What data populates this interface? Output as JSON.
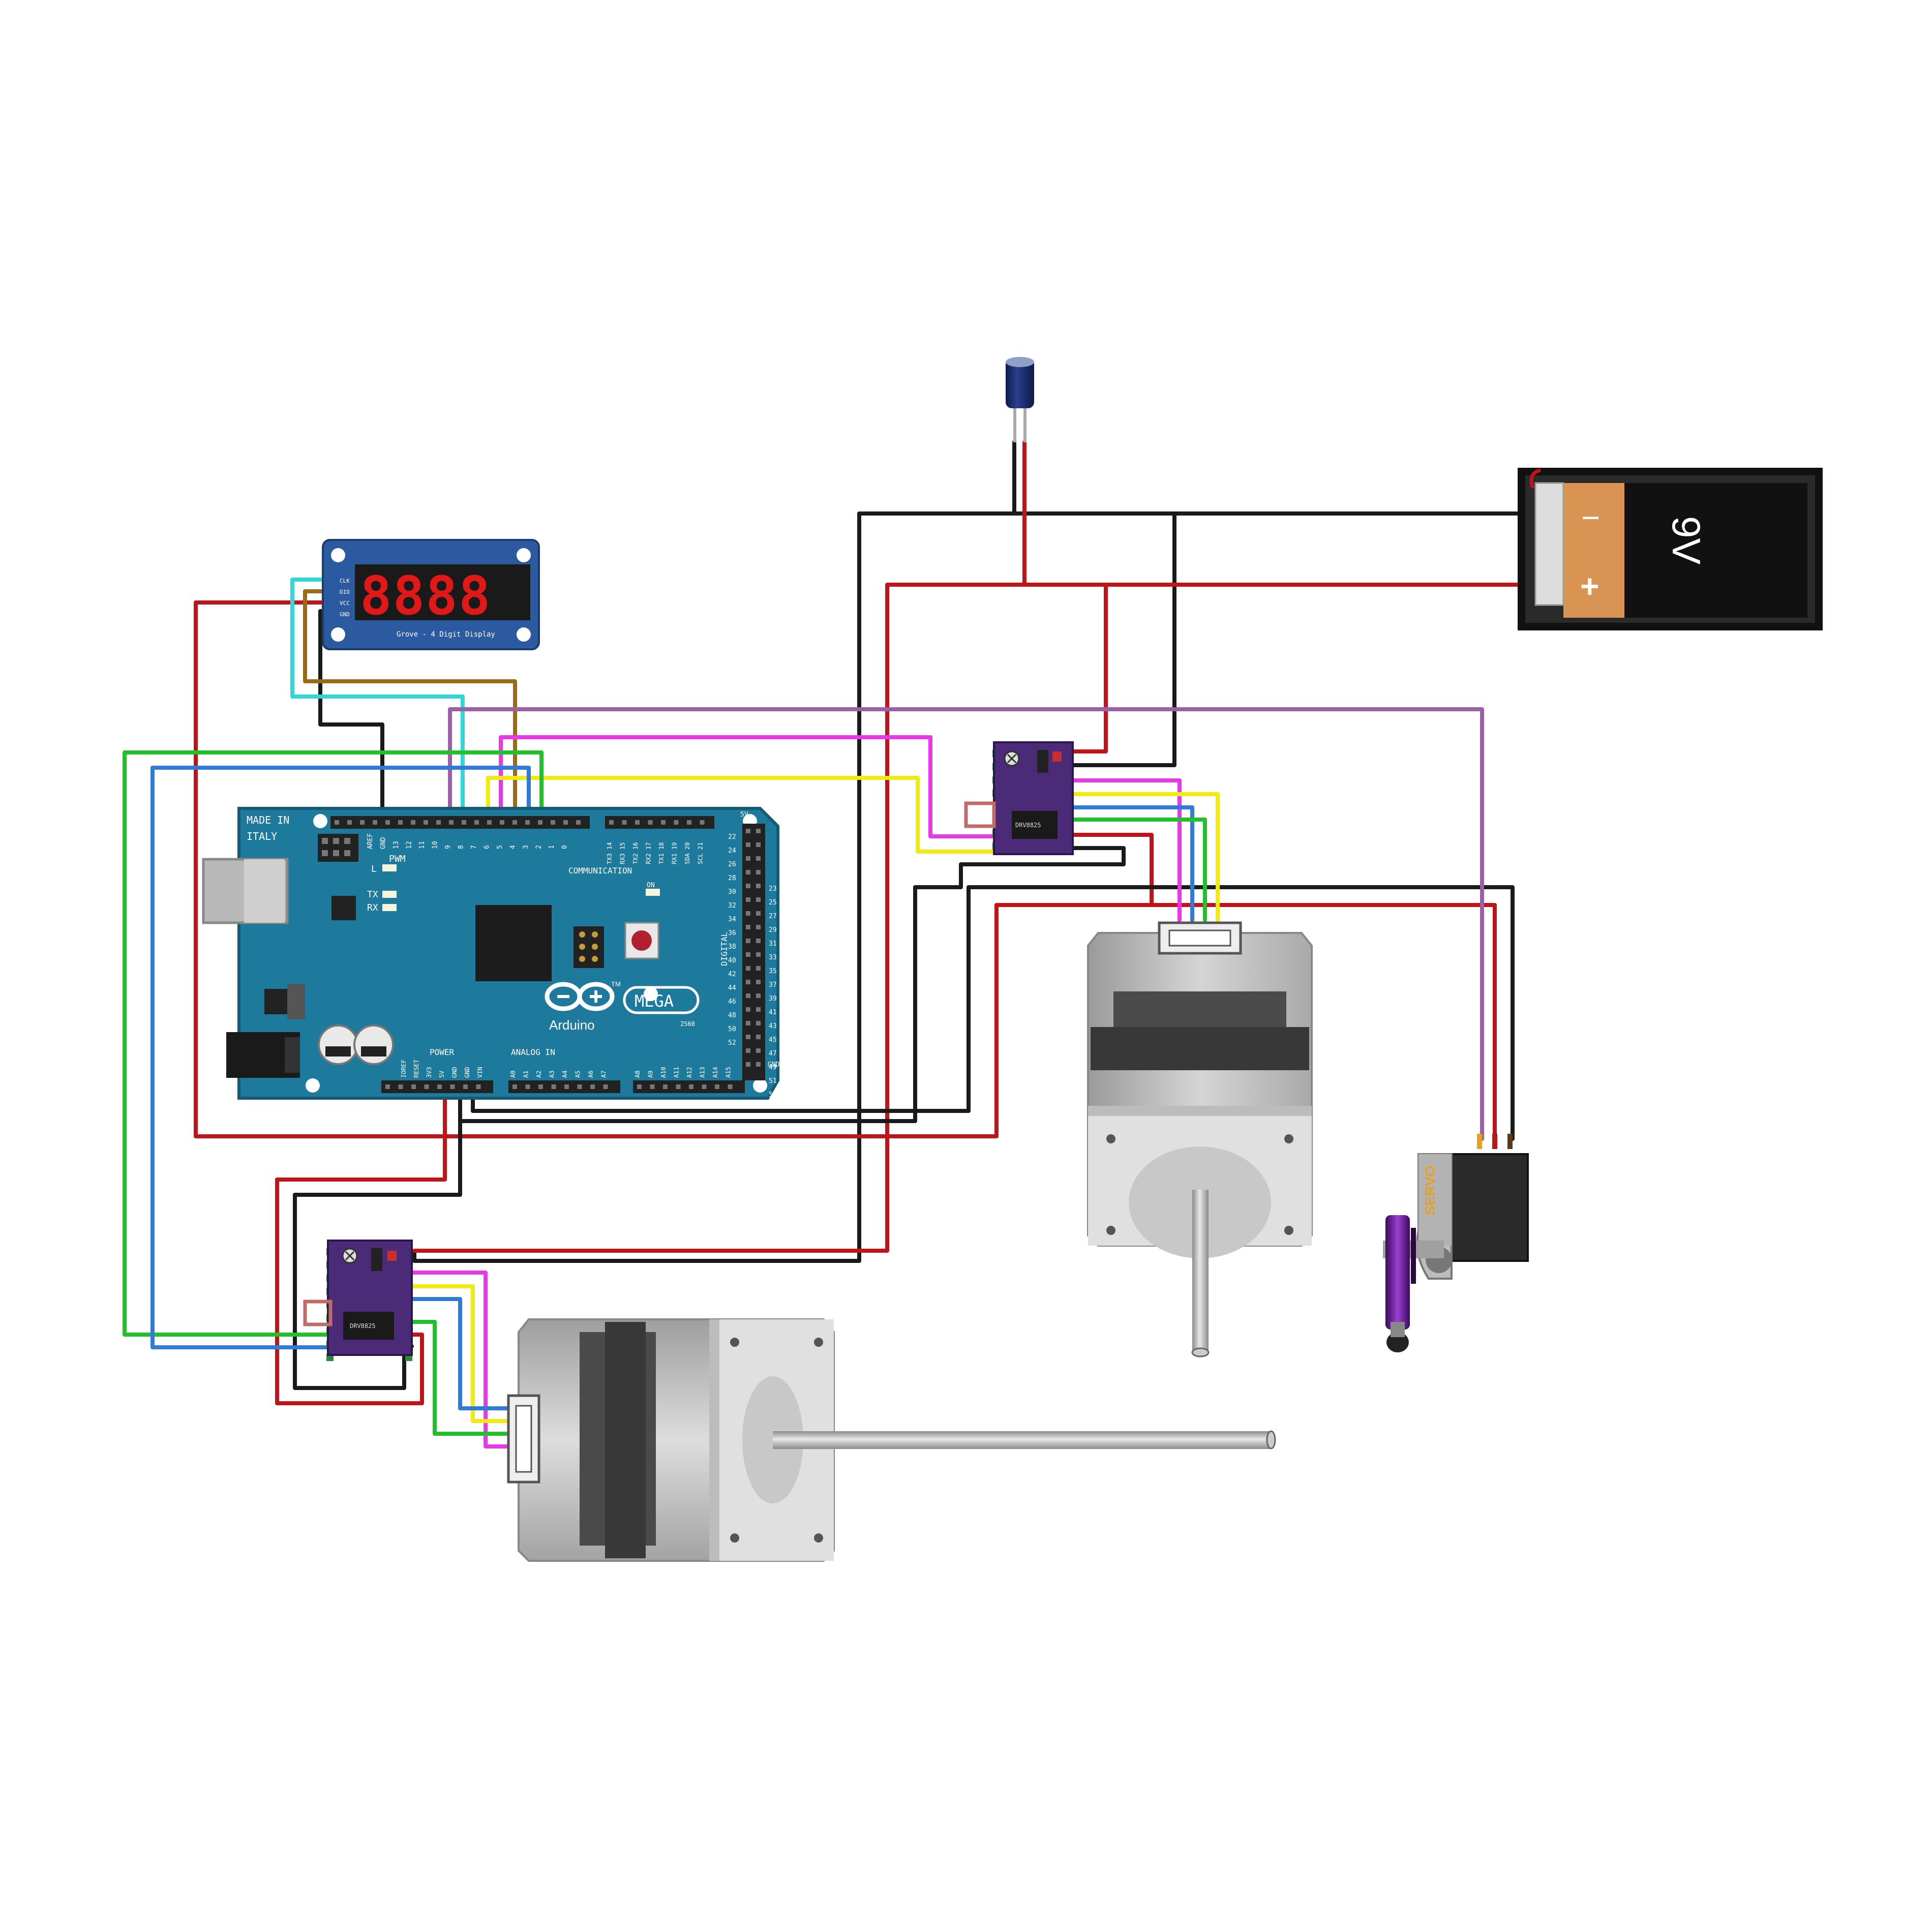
{
  "arduino": {
    "made_in_line1": "MADE IN",
    "made_in_line2": "ITALY",
    "brand": "Arduino",
    "model": "MEGA",
    "submodel": "2560",
    "tm": "TM",
    "pwm": "PWM",
    "led_l": "L",
    "led_tx": "TX",
    "led_rx": "RX",
    "led_on": "ON",
    "communication": "COMMUNICATION",
    "digital": "DIGITAL",
    "power": "POWER",
    "analog_in": "ANALOG IN",
    "header_top_labels": [
      "AREF",
      "GND",
      "13",
      "12",
      "11",
      "10",
      "9",
      "8",
      "7",
      "6",
      "5",
      "4",
      "3",
      "2",
      "1",
      "0"
    ],
    "comm_labels": [
      "TX3 14",
      "RX3 15",
      "TX2 16",
      "RX2 17",
      "TX1 18",
      "RX1 19",
      "SDA 20",
      "SCL 21"
    ],
    "power_labels": [
      "IOREF",
      "RESET",
      "3V3",
      "5V",
      "GND",
      "GND",
      "VIN"
    ],
    "analog_labels": [
      "A0",
      "A1",
      "A2",
      "A3",
      "A4",
      "A5",
      "A6",
      "A7",
      "A8",
      "A9",
      "A10",
      "A11",
      "A12",
      "A13",
      "A14",
      "A15"
    ],
    "digital_left": [
      "22",
      "24",
      "26",
      "28",
      "30",
      "32",
      "34",
      "36",
      "38",
      "40",
      "42",
      "44",
      "46",
      "48",
      "50",
      "52"
    ],
    "digital_right": [
      "23",
      "25",
      "27",
      "29",
      "31",
      "33",
      "35",
      "37",
      "39",
      "41",
      "43",
      "45",
      "47",
      "49",
      "51",
      "53"
    ],
    "top_5v": "5V",
    "bottom_gnd": "GND"
  },
  "display": {
    "digits": "8888",
    "caption": "Grove - 4 Digit Display",
    "pins": [
      "CLK",
      "DIO",
      "VCC",
      "GND"
    ]
  },
  "drivers": {
    "chip_label": "DRV8825"
  },
  "battery": {
    "voltage": "9V",
    "minus": "−",
    "plus": "+"
  },
  "servo": {
    "label": "SERVO"
  },
  "colors": {
    "wire_red": "#c0141b",
    "wire_black": "#1a1a1a",
    "wire_green": "#22c02a",
    "wire_blue": "#2f7bd6",
    "wire_yellow": "#f2ea14",
    "wire_magenta": "#e838e8",
    "wire_cyan": "#33d6d6",
    "wire_brown": "#9a6b17",
    "wire_purple": "#9e5fa8",
    "arduino_board": "#1e7a9c",
    "driver_board": "#4b2a78",
    "display_board": "#2c5aa0",
    "battery_body": "#d99454"
  }
}
